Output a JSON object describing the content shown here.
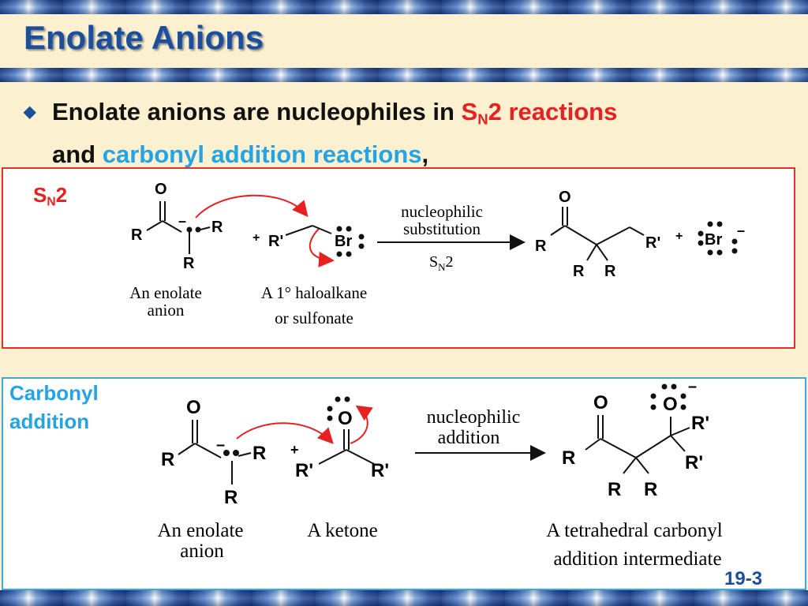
{
  "title": "Enolate Anions",
  "bullet": {
    "part1": "Enolate anions are nucleophiles in ",
    "sn_s": "S",
    "sn_n": "N",
    "sn_rest": "2 reactions",
    "part2": "and ",
    "carbonyl": "carbonyl addition reactions",
    "comma": ","
  },
  "sn2_panel": {
    "label_s": "S",
    "label_n": "N",
    "label_2": "2",
    "arrow_top1": "nucleophilic",
    "arrow_top2": "substitution",
    "arrow_bottom_s": "S",
    "arrow_bottom_n": "N",
    "arrow_bottom_2": "2",
    "caption_enolate1": "An enolate",
    "caption_enolate2": "anion",
    "caption_halo1": "A 1° haloalkane",
    "caption_halo2": "or sulfonate"
  },
  "carbonyl_panel": {
    "label1": "Carbonyl",
    "label2": "addition",
    "arrow_top1": "nucleophilic",
    "arrow_top2": "addition",
    "caption_enolate1": "An enolate",
    "caption_enolate2": "anion",
    "caption_ketone": "A ketone",
    "caption_inter1": "A tetrahedral carbonyl",
    "caption_inter2": "addition intermediate"
  },
  "atoms": {
    "O": "O",
    "R": "R",
    "Rp": "R'",
    "Br": "Br",
    "plus": "+",
    "minus": "–"
  },
  "page_number": "19-3"
}
